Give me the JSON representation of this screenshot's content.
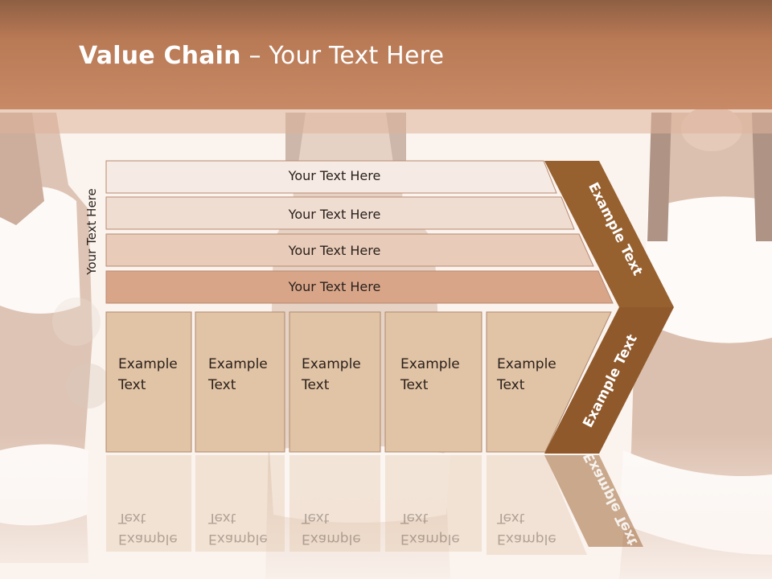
{
  "slide": {
    "title_bold": "Value Chain",
    "title_rest": " – Your Text Here",
    "side_label": "Your Text Here"
  },
  "rows": [
    {
      "label": "Your Text Here"
    },
    {
      "label": "Your Text Here"
    },
    {
      "label": "Your Text Here"
    },
    {
      "label": "Your Text Here"
    }
  ],
  "boxes": [
    {
      "label": "Example Text"
    },
    {
      "label": "Example Text"
    },
    {
      "label": "Example Text"
    },
    {
      "label": "Example Text"
    },
    {
      "label": "Example Text"
    }
  ],
  "chevrons": {
    "upper": "Example Text",
    "lower": "Example Text"
  },
  "colors": {
    "header": "#c88a66",
    "row1": "#f6ebe4",
    "row2": "#f0ddd2",
    "row3": "#e8cbb8",
    "row4": "#d8a589",
    "box": "#e1c3a5",
    "chevron": "#97602f"
  }
}
